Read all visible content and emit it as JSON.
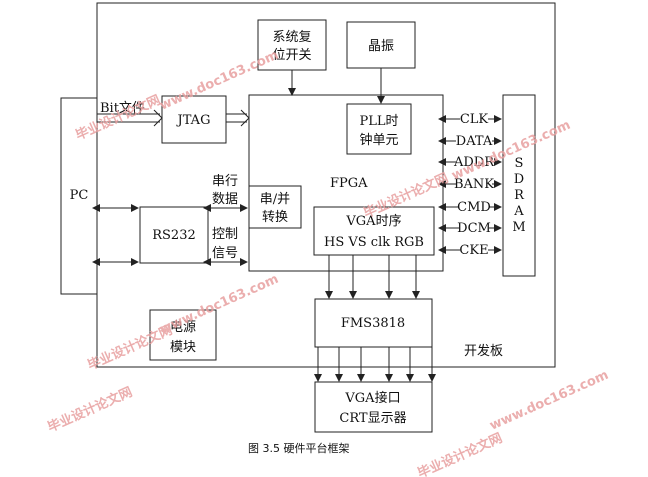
{
  "blocks": {
    "pc": "PC",
    "jtag": "JTAG",
    "rs232": "RS232",
    "reset_l1": "系统复",
    "reset_l2": "位开关",
    "crystal": "晶振",
    "fpga": "FPGA",
    "pll_l1": "PLL时",
    "pll_l2": "钟单元",
    "sp_l1": "串/并",
    "sp_l2": "转换",
    "vga_l1": "VGA时序",
    "vga_l2": "HS  VS  clk  RGB",
    "sdram": [
      "S",
      "D",
      "R",
      "A",
      "M"
    ],
    "fms": "FMS3818",
    "power_l1": "电源",
    "power_l2": "模块",
    "vgaport_l1": "VGA接口",
    "vgaport_l2": "CRT显示器",
    "board": "开发板"
  },
  "labels": {
    "bitfile": "Bit文件",
    "serial_l1": "串行",
    "serial_l2": "数据",
    "ctrl_l1": "控制",
    "ctrl_l2": "信号",
    "clk": "CLK",
    "data": "DATA",
    "addr": "ADDR",
    "bank": "BANK",
    "cmd": "CMD",
    "dcm": "DCM",
    "cke": "CKE"
  },
  "caption": "图 3.5  硬件平台框架",
  "watermarks": {
    "cn": "毕业设计论文网",
    "url": "www.doc163.com"
  }
}
